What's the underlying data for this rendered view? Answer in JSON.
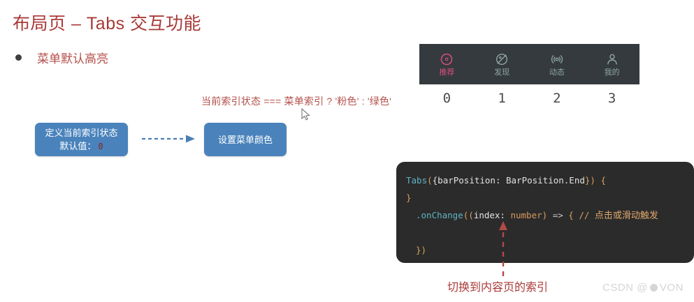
{
  "page": {
    "title": "布局页 – Tabs 交互功能",
    "bullet": "菜单默认高亮"
  },
  "tabbar": {
    "background": "#343a3d",
    "active_color": "#d84f7d",
    "inactive_color": "#8fa6a3",
    "tabs": [
      {
        "label": "推荐",
        "icon": "compass-icon",
        "index": "0",
        "active": true
      },
      {
        "label": "发现",
        "icon": "leaf-compass-icon",
        "index": "1",
        "active": false
      },
      {
        "label": "动态",
        "icon": "signal-waves-icon",
        "index": "2",
        "active": false
      },
      {
        "label": "我的",
        "icon": "person-icon",
        "index": "3",
        "active": false
      }
    ]
  },
  "annotations": {
    "condition": "当前索引状态 === 菜单索引 ? '粉色' : '绿色'",
    "bottom_caption": "切换到内容页的索引",
    "condition_color": "#b4504b",
    "caption_color": "#a83a38"
  },
  "flow": {
    "box_define_line1": "定义当前索引状态",
    "box_define_line2": "默认值：",
    "box_define_value": "0",
    "box_setcolor": "设置菜单颜色",
    "box_color": "#4a83bc",
    "arrow": "dashed-right-arrow"
  },
  "code": {
    "lines": [
      {
        "indent": 0,
        "tokens": [
          {
            "text": "Tabs",
            "type": "type"
          },
          {
            "text": "(",
            "type": "punct"
          },
          {
            "text": "{barPosition: BarPosition.End",
            "type": "plain"
          },
          {
            "text": "}",
            "type": "punct"
          },
          {
            "text": ")",
            "type": "punct"
          },
          {
            "text": " ",
            "type": "plain"
          },
          {
            "text": "{",
            "type": "punct"
          }
        ]
      },
      {
        "indent": 0,
        "tokens": [
          {
            "text": "}",
            "type": "punct"
          }
        ]
      },
      {
        "indent": 1,
        "tokens": [
          {
            "text": ".onChange",
            "type": "type"
          },
          {
            "text": "((",
            "type": "punct"
          },
          {
            "text": "index: ",
            "type": "plain"
          },
          {
            "text": "number",
            "type": "param"
          },
          {
            "text": ")",
            "type": "punct"
          },
          {
            "text": " => ",
            "type": "op"
          },
          {
            "text": "{",
            "type": "punct"
          },
          {
            "text": "   //   ",
            "type": "comment"
          },
          {
            "text": "点击或滑动触发",
            "type": "cn"
          }
        ]
      },
      {
        "indent": 1,
        "tokens": []
      },
      {
        "indent": 1,
        "tokens": [
          {
            "text": "})",
            "type": "punct"
          }
        ]
      }
    ]
  },
  "watermark": {
    "prefix": "CSDN @",
    "suffix": "VON"
  }
}
